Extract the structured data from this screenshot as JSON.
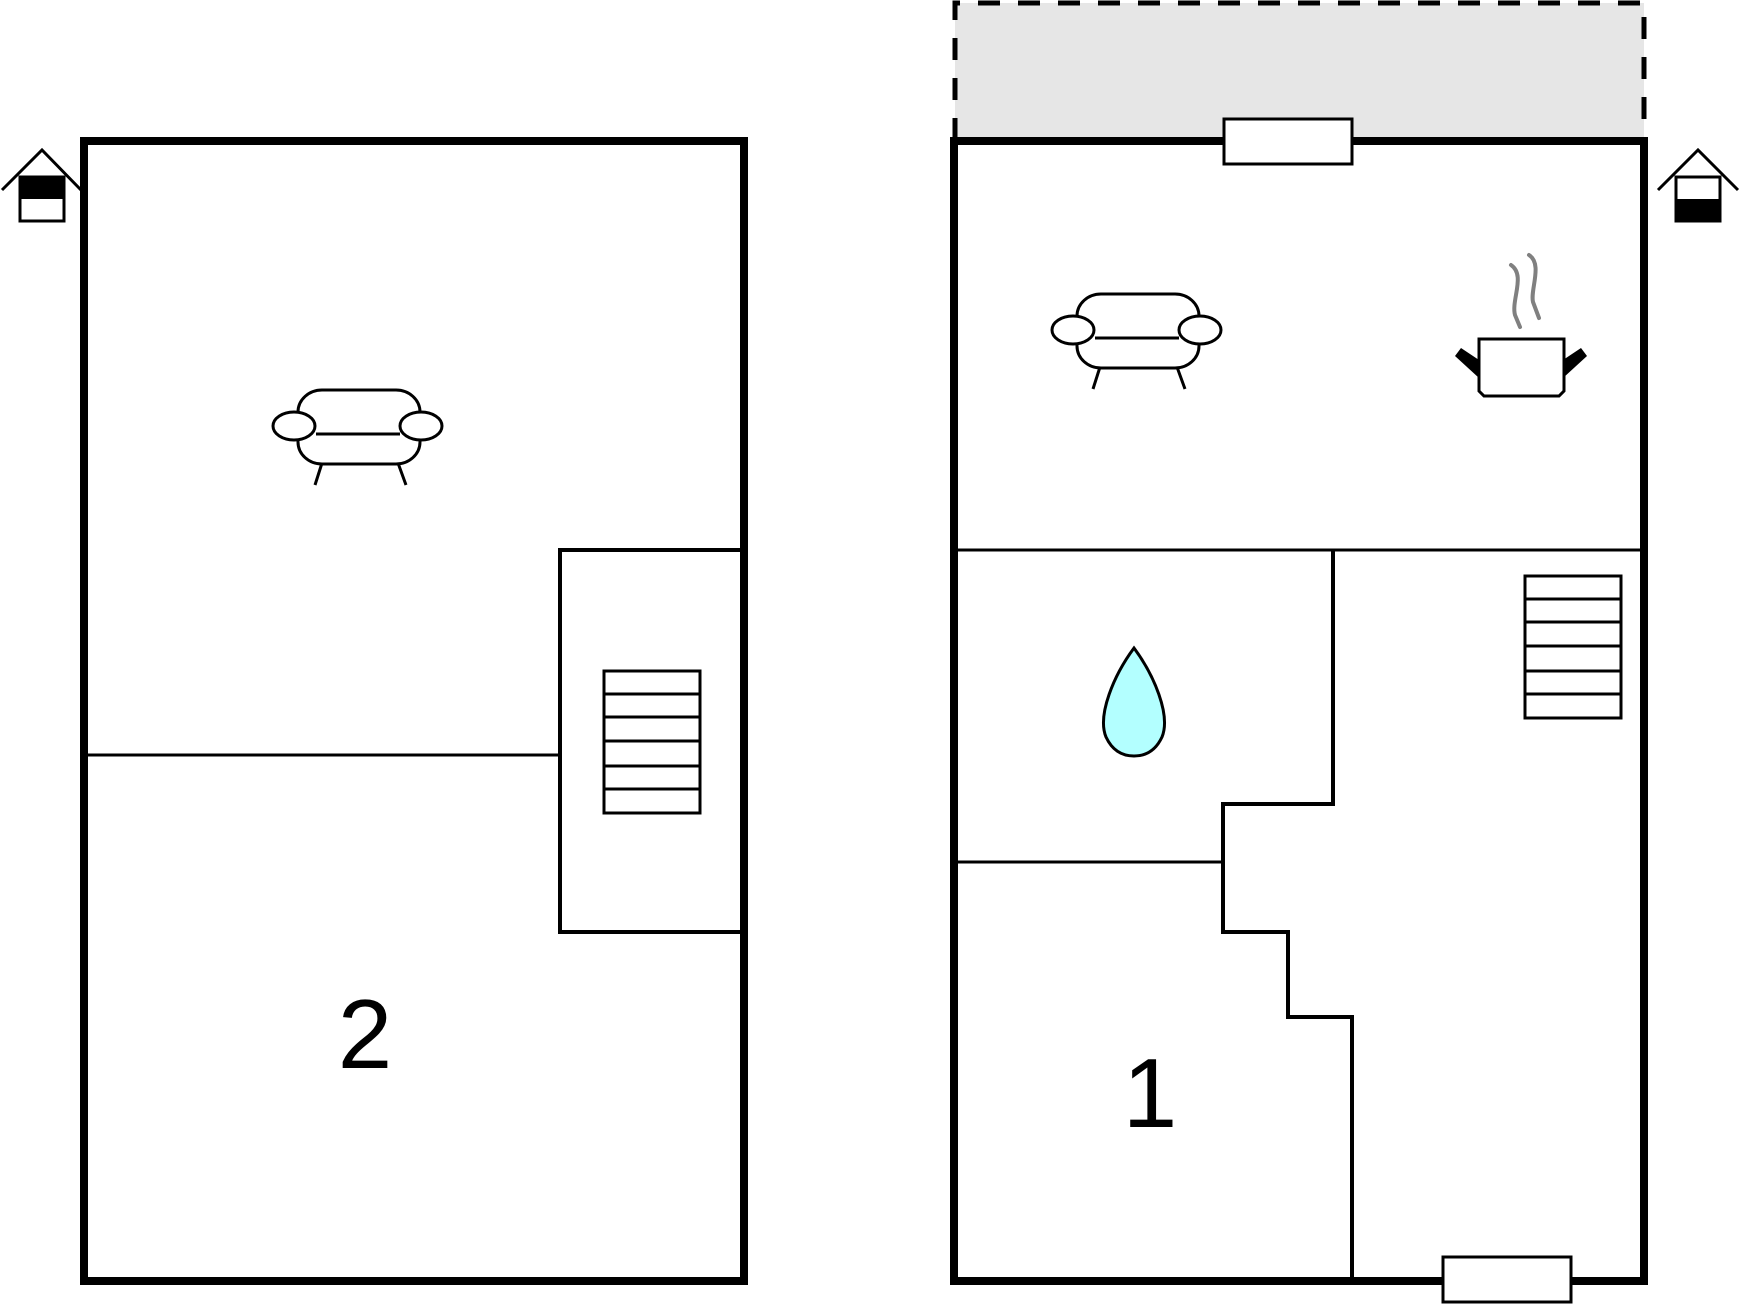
{
  "colors": {
    "wall": "#000000",
    "terrace": "#e6e6e6",
    "water": "#b3ffff",
    "steam": "#808080",
    "background": "#ffffff"
  },
  "floors": [
    {
      "name": "upper-floor",
      "level_icon": "upper-floor-icon",
      "bedroom_number": "2",
      "icons": [
        "sofa-icon",
        "stairs-icon"
      ]
    },
    {
      "name": "ground-floor",
      "level_icon": "ground-floor-icon",
      "bedroom_number": "1",
      "icons": [
        "sofa-icon",
        "cooking-pot-icon",
        "water-drop-icon",
        "stairs-icon"
      ],
      "terrace": "terrace-area",
      "doors": [
        "door-top",
        "door-bottom"
      ]
    }
  ]
}
